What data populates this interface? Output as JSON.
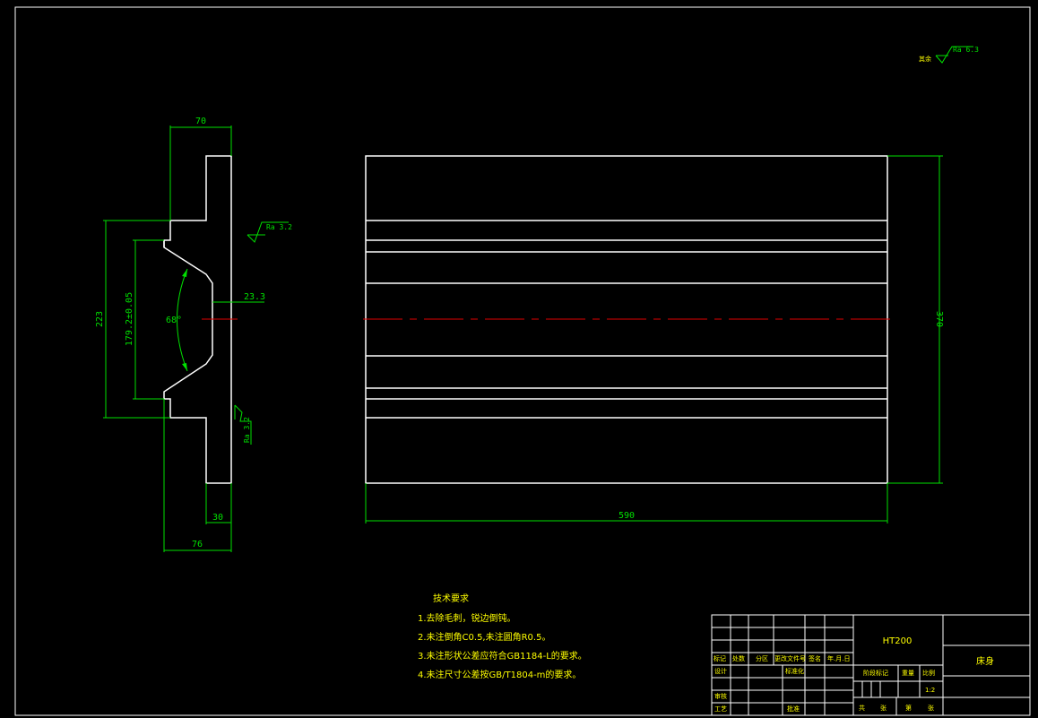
{
  "front_view": {
    "dim_top_width": "70",
    "dim_overall_height": "223",
    "dim_inner_height": "179.2±0.05",
    "dim_angle": "68°",
    "dim_depth": "23.3",
    "dim_bottom_width_small": "30",
    "dim_bottom_width": "76",
    "roughness_right": "Ra 3.2",
    "roughness_lower": "Ra 3.2"
  },
  "side_view": {
    "dim_length": "590",
    "dim_height": "370"
  },
  "roughness_general": {
    "prefix": "其余",
    "value": "Ra 6.3"
  },
  "tech_requirements": {
    "title": "技术要求",
    "items": [
      "1.去除毛刺，锐边倒钝。",
      "2.未注倒角C0.5,未注圆角R0.5。",
      "3.未注形状公差应符合GB1184-L的要求。",
      "4.未注尺寸公差按GB/T1804-m的要求。"
    ]
  },
  "title_block": {
    "material": "HT200",
    "part_name": "床身",
    "cells": {
      "mark": "标记",
      "count": "处数",
      "zone": "分区",
      "change_doc": "更改文件号",
      "sign": "签名",
      "date": "年.月.日",
      "design": "设计",
      "standardize": "标准化",
      "stage_mark": "阶段标记",
      "weight": "重量",
      "scale": "比例",
      "scale_value": "1:2",
      "review": "审核",
      "process": "工艺",
      "approve": "批准",
      "sheets_total": "共",
      "sheets_total_unit": "张",
      "sheet_no": "第",
      "sheet_no_unit": "张"
    }
  }
}
